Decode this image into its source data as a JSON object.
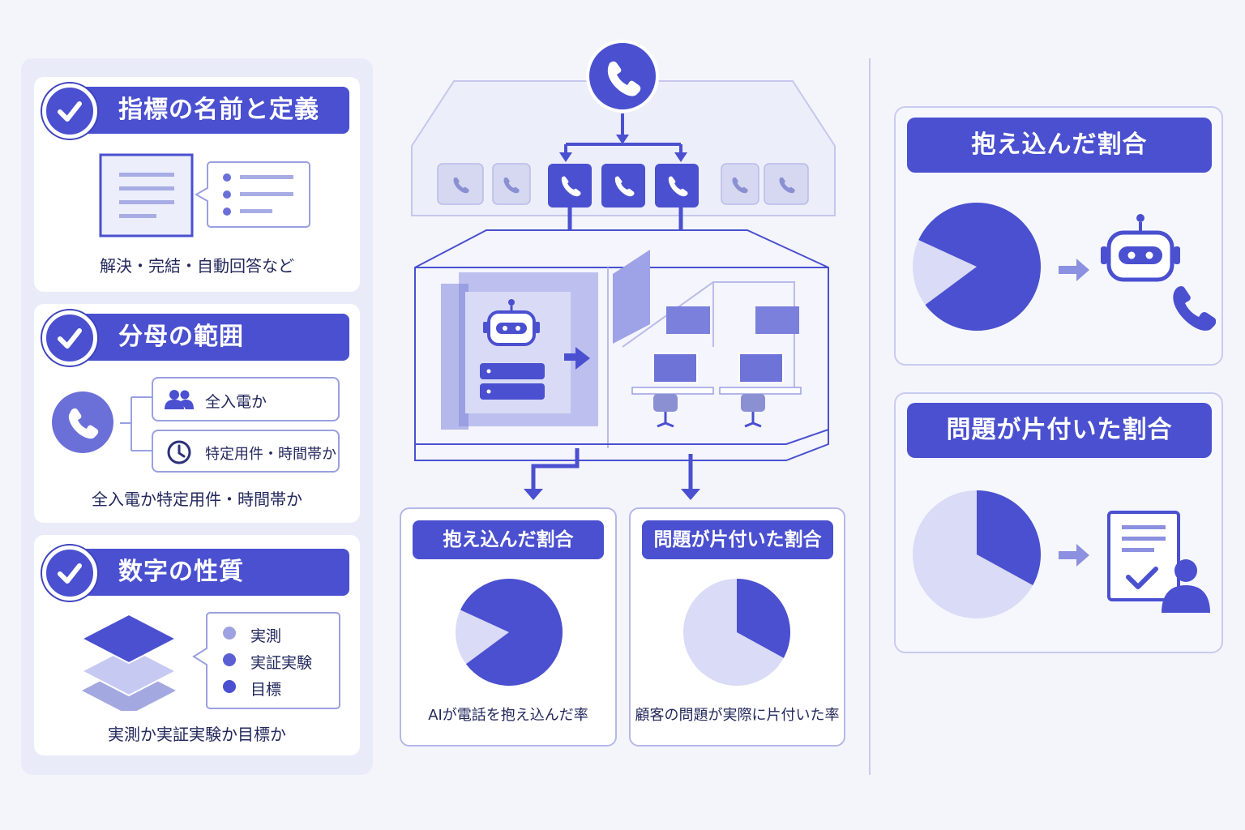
{
  "colors": {
    "accent": "#4a50cf",
    "light": "#d9dbf7",
    "mid": "#b8bcf0",
    "panel": "#e9ebf9"
  },
  "left": {
    "cards": [
      {
        "title": "指標の名前と定義",
        "caption": "解決・完結・自動回答など"
      },
      {
        "title": "分母の範囲",
        "caption": "全入電か特定用件・時間帯か",
        "options": [
          {
            "icon": "people-icon",
            "label": "全入電か"
          },
          {
            "icon": "clock-icon",
            "label": "特定用件・時間帯か"
          }
        ]
      },
      {
        "title": "数字の性質",
        "caption": "実測か実証実験か目標か",
        "options": [
          {
            "label": "実測"
          },
          {
            "label": "実証実験"
          },
          {
            "label": "目標"
          }
        ]
      }
    ]
  },
  "center": {
    "cards": [
      {
        "title": "抱え込んだ割合",
        "caption": "AIが電話を抱え込んだ率",
        "pie_share": 0.83
      },
      {
        "title": "問題が片付いた割合",
        "caption": "顧客の問題が実際に片付いた率",
        "pie_share": 0.33
      }
    ]
  },
  "right": {
    "cards": [
      {
        "title": "抱え込んだ割合",
        "pie_share": 0.83,
        "icon": "robot-phone-icon"
      },
      {
        "title": "問題が片付いた割合",
        "pie_share": 0.33,
        "icon": "resolved-document-icon"
      }
    ]
  }
}
